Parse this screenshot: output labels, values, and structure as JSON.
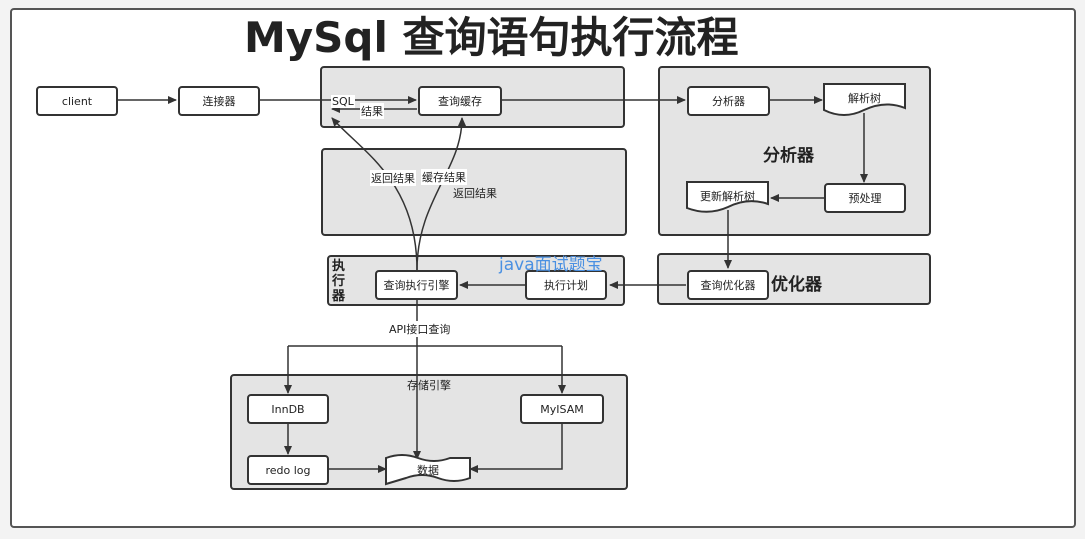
{
  "title": "MySql 查询语句执行流程",
  "nodes": {
    "client": "client",
    "connector": "连接器",
    "query_cache": "查询缓存",
    "analyzer": "分析器",
    "parse_tree": "解析树",
    "preprocess": "预处理",
    "new_parse_tree": "更新解析树",
    "query_optimizer": "查询优化器",
    "exec_plan": "执行计划",
    "query_exec_engine": "查询执行引擎",
    "innodb": "InnDB",
    "myisam": "MyISAM",
    "redo_log": "redo log",
    "data": "数据"
  },
  "sections": {
    "analyzer_title": "分析器",
    "optimizer_title": "优化器",
    "executor_title": "执行器",
    "storage_title": "存储引擎"
  },
  "edge_labels": {
    "sql": "SQL",
    "result": "结果",
    "return_result_1": "返回结果",
    "cache_result": "缓存结果",
    "return_result_2": "返回结果",
    "api_query": "API接口查询"
  },
  "watermark": "java面试题宝"
}
